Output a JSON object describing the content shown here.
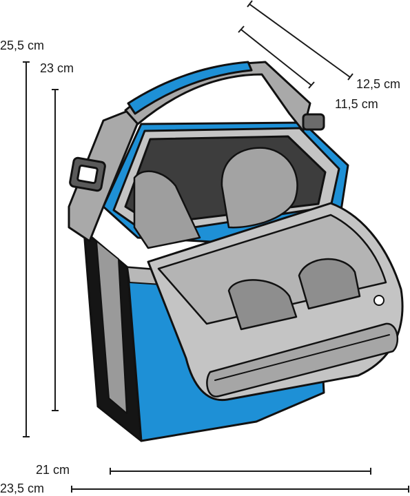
{
  "dimensions": {
    "total_height": "25,5 cm",
    "inner_height": "23 cm",
    "total_depth": "12,5 cm",
    "inner_depth": "11,5 cm",
    "inner_width": "21 cm",
    "total_width": "23,5 cm"
  },
  "colors": {
    "accent_blue": "#1e90d6",
    "strap_gray": "#a9a9a9",
    "panel_light_gray": "#c4c4c4",
    "interior_dark": "#3d3d3d",
    "body_black": "#151515",
    "outline": "#111111"
  }
}
